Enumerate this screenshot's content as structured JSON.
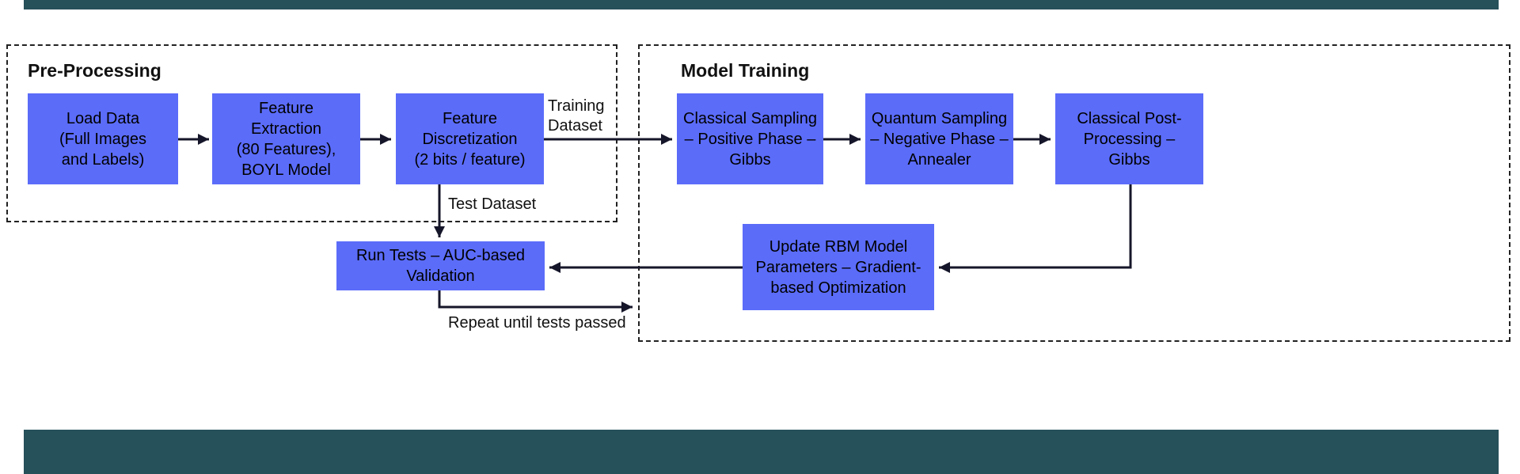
{
  "colors": {
    "node_fill": "#5B6CF9",
    "node_text": "#000000",
    "arrow": "#16162A",
    "deco_bar": "#26505A",
    "group_border": "#222222"
  },
  "groups": {
    "preprocessing": {
      "label": "Pre-Processing"
    },
    "model_training": {
      "label": "Model Training"
    }
  },
  "nodes": {
    "load_data": {
      "text": "Load Data\n(Full Images\nand Labels)"
    },
    "feature_extraction": {
      "text": "Feature\nExtraction\n(80 Features),\nBOYL Model"
    },
    "feature_discretization": {
      "text": "Feature\nDiscretization\n(2 bits / feature)"
    },
    "classical_sampling": {
      "text": "Classical Sampling\n– Positive Phase –\nGibbs"
    },
    "quantum_sampling": {
      "text": "Quantum Sampling\n– Negative Phase –\nAnnealer"
    },
    "classical_post_processing": {
      "text": "Classical Post-\nProcessing –\nGibbs"
    },
    "update_rbm": {
      "text": "Update RBM Model\nParameters – Gradient-\nbased Optimization"
    },
    "run_tests": {
      "text": "Run Tests – AUC-based\nValidation"
    }
  },
  "edge_labels": {
    "training_dataset": "Training\nDataset",
    "test_dataset": "Test Dataset",
    "repeat": "Repeat until tests passed"
  }
}
